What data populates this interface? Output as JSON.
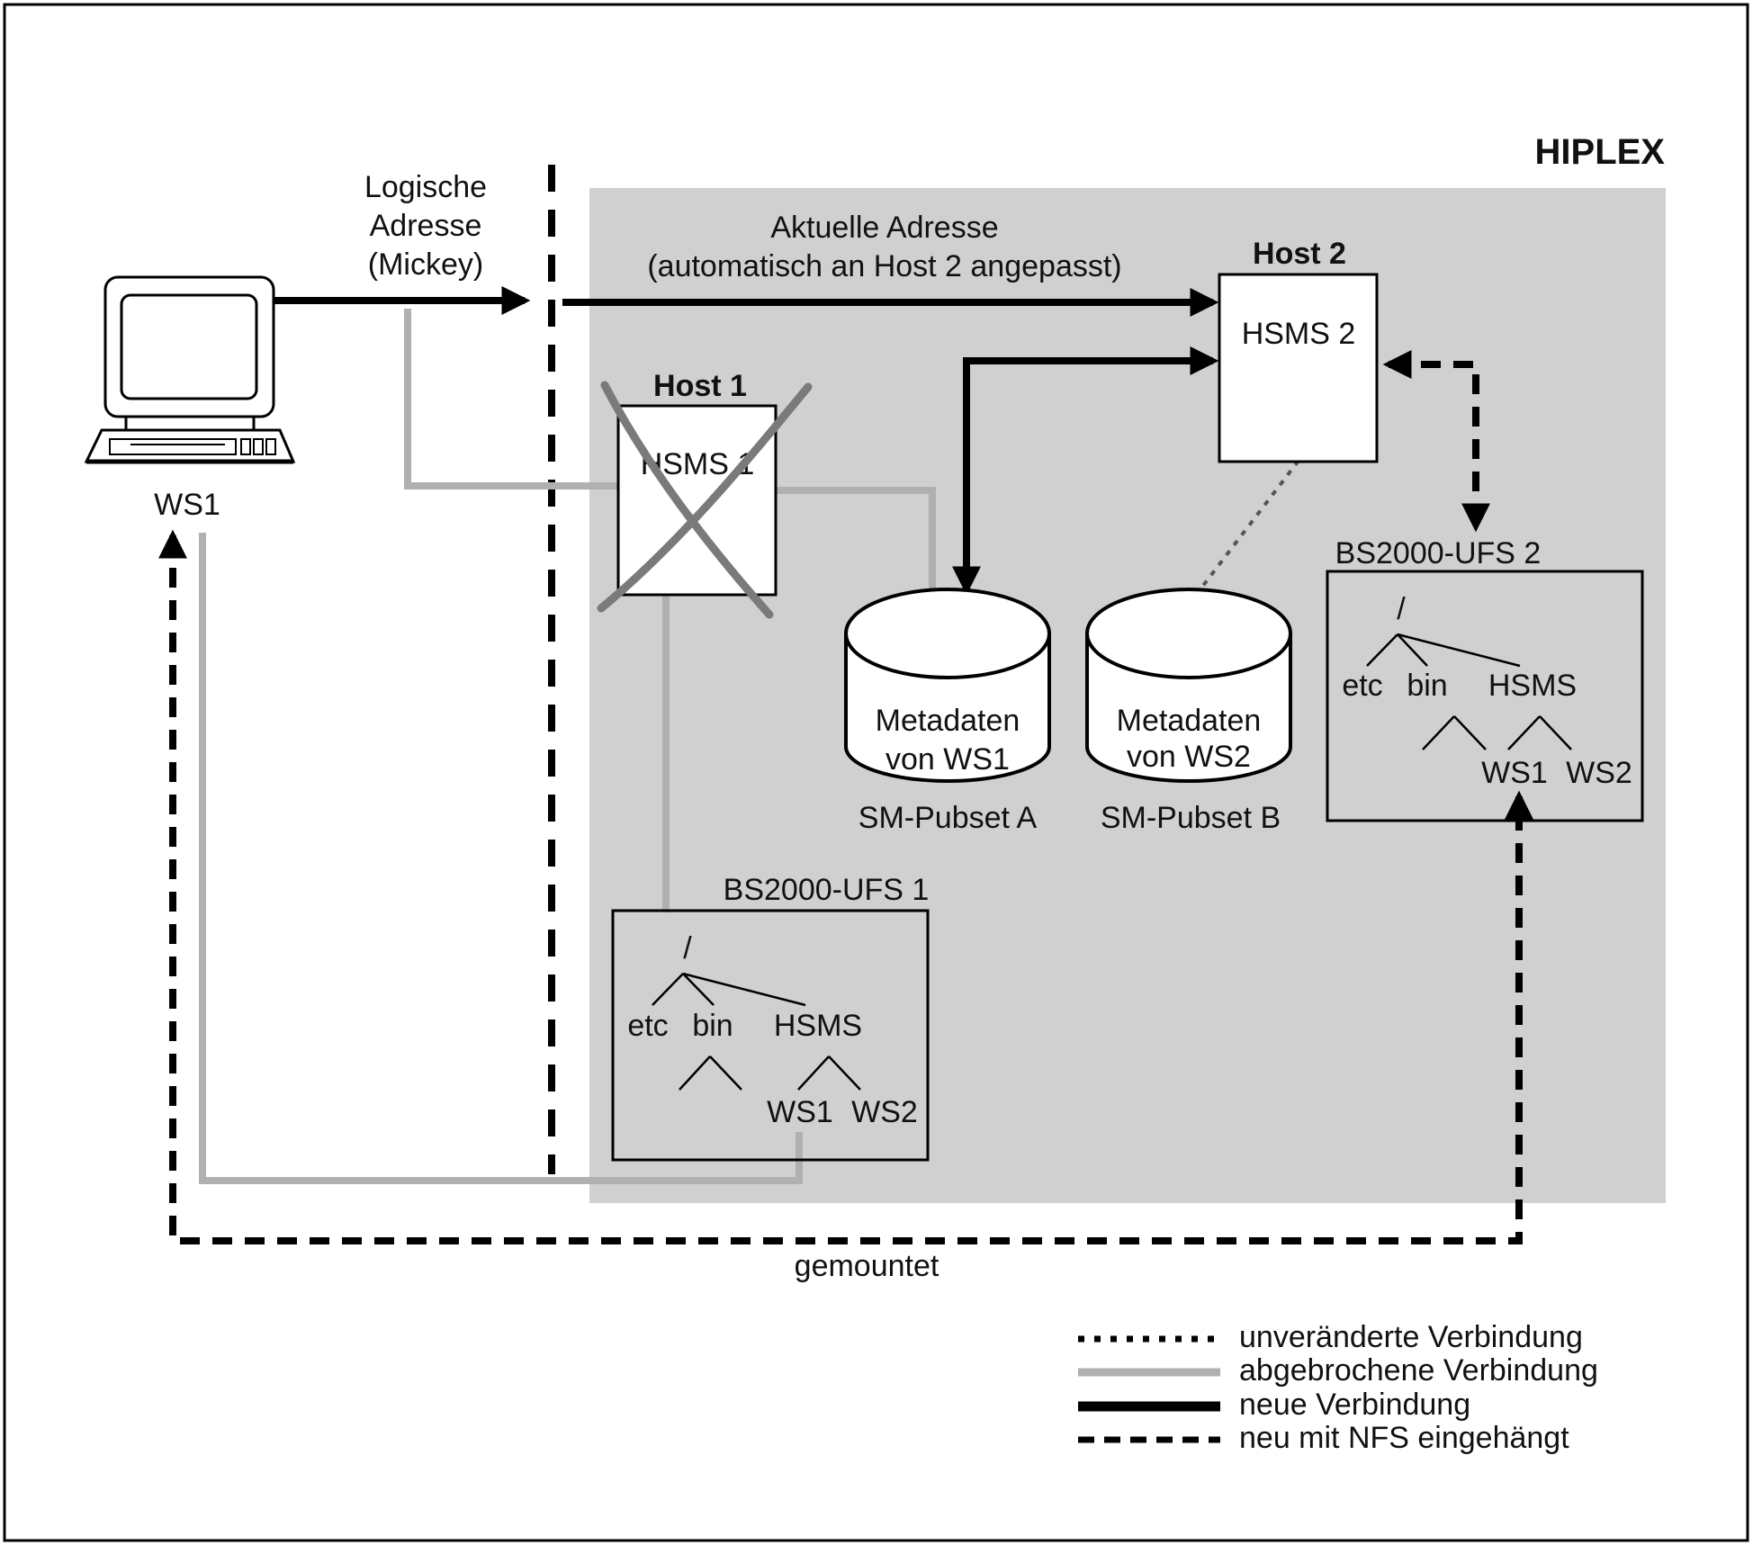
{
  "hiplex_label": "HIPLEX",
  "logical_address": {
    "line1": "Logische",
    "line2": "Adresse",
    "line3": "(Mickey)"
  },
  "current_address": {
    "line1": "Aktuelle Adresse",
    "line2": "(automatisch an Host 2 angepasst)"
  },
  "workstation": {
    "label": "WS1",
    "icon": "computer-icon"
  },
  "host1": {
    "title": "Host 1",
    "box_label": "HSMS 1",
    "state": "ausgefallen"
  },
  "host2": {
    "title": "Host 2",
    "box_label": "HSMS 2"
  },
  "pubset_a": {
    "line1": "Metadaten",
    "line2": "von WS1",
    "caption": "SM-Pubset A"
  },
  "pubset_b": {
    "line1": "Metadaten",
    "line2": "von WS2",
    "caption": "SM-Pubset B"
  },
  "ufs1": {
    "title": "BS2000-UFS 1",
    "root": "/",
    "level1": [
      "etc",
      "bin",
      "HSMS"
    ],
    "level2": [
      "WS1",
      "WS2"
    ]
  },
  "ufs2": {
    "title": "BS2000-UFS 2",
    "root": "/",
    "level1": [
      "etc",
      "bin",
      "HSMS"
    ],
    "level2": [
      "WS1",
      "WS2"
    ]
  },
  "mounted_label": "gemountet",
  "legend": [
    {
      "style": "dotted",
      "label": "unveränderte Verbindung"
    },
    {
      "style": "gray",
      "label": "abgebrochene Verbindung"
    },
    {
      "style": "solid",
      "label": "neue Verbindung"
    },
    {
      "style": "dashed",
      "label": "neu mit NFS eingehängt"
    }
  ],
  "colors": {
    "hiplex_area": "#d0d0d0",
    "broken_line": "#b0b0b0",
    "new_line": "#000000",
    "cross": "#7a7a7a"
  }
}
